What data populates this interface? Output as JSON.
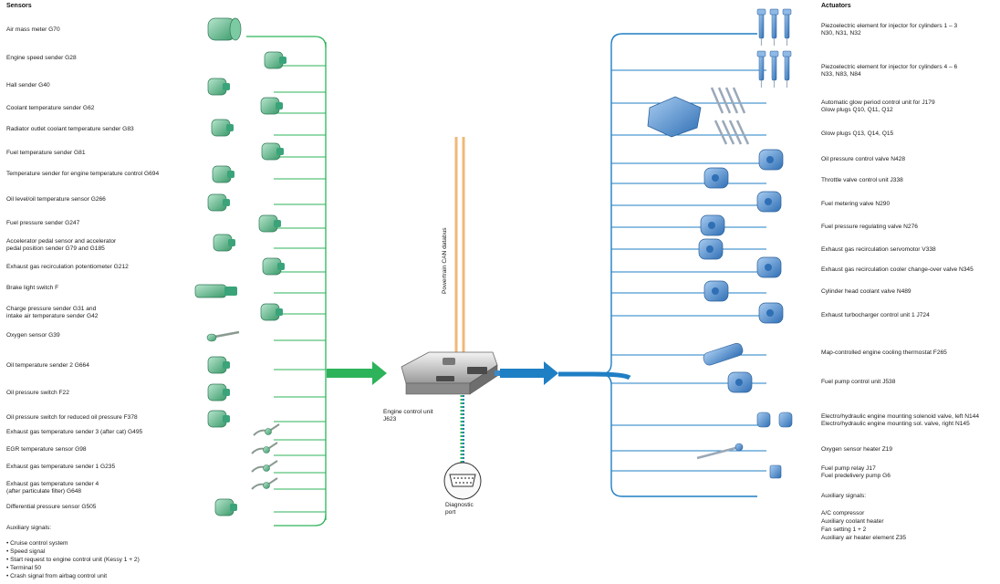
{
  "headers": {
    "sensors": "Sensors",
    "actuators": "Actuators"
  },
  "sensors": [
    "Air mass meter G70",
    "Engine speed sender G28",
    "Hall sender G40",
    "Coolant temperature sender G62",
    "Radiator outlet coolant temperature sender G83",
    "Fuel temperature sender G81",
    "Temperature sender for engine temperature control G694",
    "Oil level/oil temperature sensor G266",
    "Fuel pressure sender G247",
    "Accelerator pedal sensor and accelerator\npedal position sender G79 and G185",
    "Exhaust gas recirculation potentiometer G212",
    "Brake light switch F",
    "Charge pressure sender G31 and\nintake air temperature sender G42",
    "Oxygen sensor G39",
    "Oil temperature sender 2 G664",
    "Oil pressure switch F22",
    "Oil pressure switch for reduced oil pressure F378",
    "Exhaust gas temperature sender 3 (after cat) G495",
    "EGR temperature sensor G98",
    "Exhaust gas temperature sender 1 G235",
    "Exhaust gas temperature sender 4\n(after particulate filter) G648",
    "Differential pressure sensor G505"
  ],
  "sensor_aux": {
    "title": "Auxiliary signals:",
    "items": [
      "• Cruise control system",
      "• Speed signal",
      "• Start request to engine control unit (Kessy 1 + 2)",
      "• Terminal 50",
      "• Crash signal from airbag control unit"
    ]
  },
  "actuators": [
    "Piezoelectric element for injector for cylinders 1 – 3\nN30, N31, N32",
    "Piezoelectric element for injector for cylinders 4 – 6\nN33, N83, N84",
    "Automatic glow period control unit for J179\nGlow plugs Q10, Q11, Q12",
    "Glow plugs Q13, Q14, Q15",
    "Oil pressure control valve N428",
    "Throttle valve control unit J338",
    "Fuel metering valve N290",
    "Fuel pressure regulating valve N276",
    "Exhaust gas recirculation servomotor V338",
    "Exhaust gas recirculation cooler change-over valve N345",
    "Cylinder head coolant valve N489",
    "Exhaust turbocharger control unit 1 J724",
    "Map-controlled engine cooling thermostat F265",
    "Fuel pump control unit J538",
    "Electro/hydraulic engine mounting solenoid valve, left N144\nElectro/hydraulic engine mounting sol. valve, right N145",
    "Oxygen sensor heater Z19",
    "Fuel pump relay J17\nFuel predelivery pump G6"
  ],
  "actuator_aux": {
    "title": "Auxiliary signals:",
    "items": [
      "A/C compressor",
      "Auxiliary coolant heater",
      "Fan setting 1 + 2",
      "Auxiliary air heater element Z35"
    ]
  },
  "center": {
    "ecu_label": "Engine control unit\nJ623",
    "diag_label": "Diagnostic\nport",
    "can_label": "Powertrain CAN databus"
  },
  "colors": {
    "sensor_line": "#2db35a",
    "actuator_line": "#1f7fc4",
    "can_line": "#f0b878",
    "component_green": "#5bb98a",
    "component_blue": "#4f8fd0"
  }
}
